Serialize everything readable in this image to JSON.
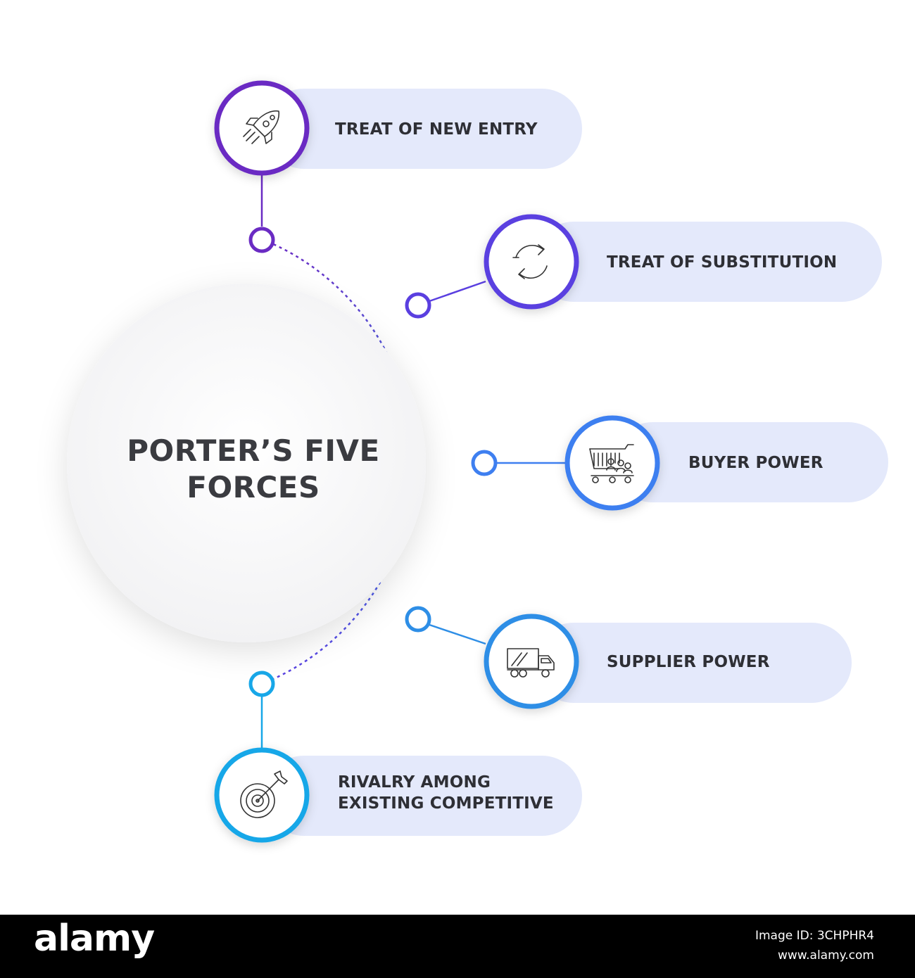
{
  "title": {
    "line1": "PORTER’S FIVE",
    "line2": "FORCES"
  },
  "forces": [
    {
      "label": "TREAT OF NEW ENTRY",
      "icon": "rocket-icon",
      "color": "#6a2bc3"
    },
    {
      "label": "TREAT OF SUBSTITUTION",
      "icon": "refresh-arrows-icon",
      "color": "#5a3fe0"
    },
    {
      "label": "BUYER POWER",
      "icon": "shopping-cart-people-icon",
      "color": "#3e7ff0"
    },
    {
      "label": "SUPPLIER POWER",
      "icon": "truck-icon",
      "color": "#2e8ee6"
    },
    {
      "label": "RIVALRY AMONG\nEXISTING COMPETITIVE",
      "icon": "dart-target-icon",
      "color": "#17a7e8"
    }
  ],
  "footer": {
    "brand": "alamy",
    "image_id": "Image ID: 3CHPHR4",
    "url": "www.alamy.com"
  }
}
